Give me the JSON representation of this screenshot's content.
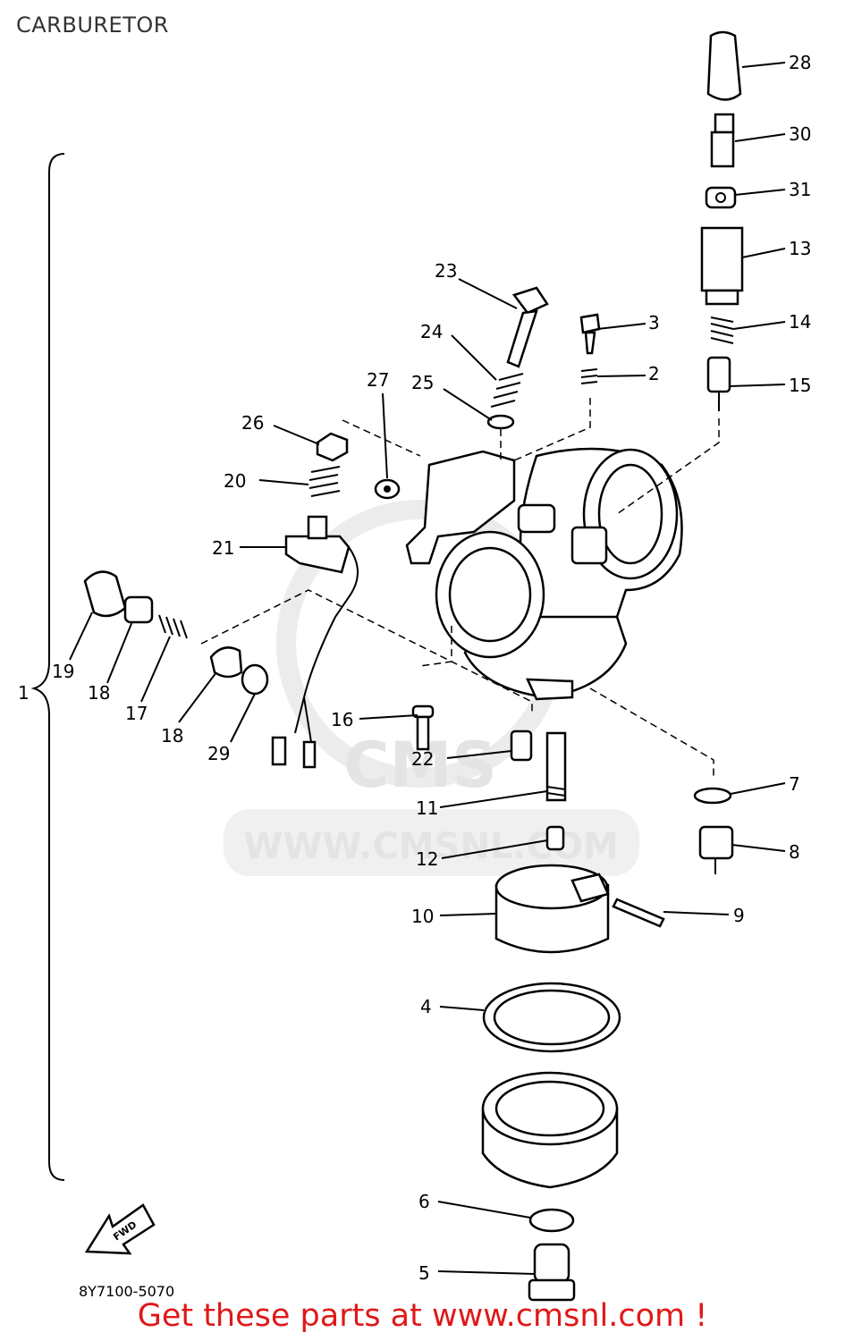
{
  "title": "CARBURETOR",
  "watermark": {
    "text": "WWW.CMSNL.COM",
    "logo": "CMS"
  },
  "labels": {
    "l1": "1",
    "l2": "2",
    "l3": "3",
    "l4": "4",
    "l5": "5",
    "l6": "6",
    "l7": "7",
    "l8": "8",
    "l9": "9",
    "l10": "10",
    "l11": "11",
    "l12": "12",
    "l13": "13",
    "l14": "14",
    "l15": "15",
    "l16": "16",
    "l17": "17",
    "l18a": "18",
    "l18b": "18",
    "l19": "19",
    "l20": "20",
    "l21": "21",
    "l22": "22",
    "l23": "23",
    "l24": "24",
    "l25": "25",
    "l26": "26",
    "l27": "27",
    "l28": "28",
    "l29": "29",
    "l30": "30",
    "l31": "31"
  },
  "fwd": "FWD",
  "diagram_code": "8Y7100-5070",
  "footer": "Get these parts at www.cmsnl.com !",
  "colors": {
    "footer": "#e01818",
    "watermark": "#e4e4e4"
  }
}
